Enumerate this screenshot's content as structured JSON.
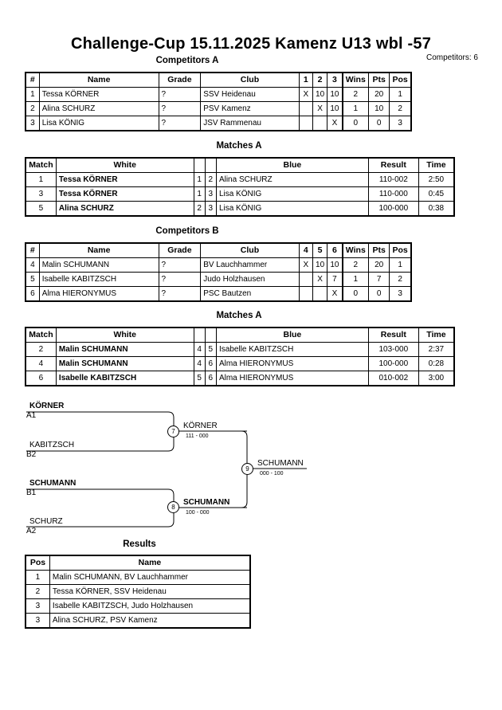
{
  "header": {
    "title": "Challenge-Cup  15.11.2025  Kamenz   U13 wbl -57",
    "competitors_count": "Competitors: 6"
  },
  "competitors_a": {
    "title": "Competitors A",
    "columns": [
      "#",
      "Name",
      "Grade",
      "Club",
      "1",
      "2",
      "3",
      "Wins",
      "Pts",
      "Pos"
    ],
    "rows": [
      [
        "1",
        "Tessa KÖRNER",
        "?",
        "SSV Heidenau",
        "X",
        "10",
        "10",
        "2",
        "20",
        "1"
      ],
      [
        "2",
        "Alina SCHURZ",
        "?",
        "PSV Kamenz",
        "",
        "X",
        "10",
        "1",
        "10",
        "2"
      ],
      [
        "3",
        "Lisa KÖNIG",
        "?",
        "JSV Rammenau",
        "",
        "",
        "X",
        "0",
        "0",
        "3"
      ]
    ]
  },
  "matches_a": {
    "title": "Matches A",
    "columns": [
      "Match",
      "White",
      "",
      "",
      "Blue",
      "Result",
      "Time"
    ],
    "rows": [
      [
        "1",
        "Tessa KÖRNER",
        "1",
        "2",
        "Alina SCHURZ",
        "110-002",
        "2:50"
      ],
      [
        "3",
        "Tessa KÖRNER",
        "1",
        "3",
        "Lisa KÖNIG",
        "110-000",
        "0:45"
      ],
      [
        "5",
        "Alina SCHURZ",
        "2",
        "3",
        "Lisa KÖNIG",
        "100-000",
        "0:38"
      ]
    ]
  },
  "competitors_b": {
    "title": "Competitors B",
    "columns": [
      "#",
      "Name",
      "Grade",
      "Club",
      "4",
      "5",
      "6",
      "Wins",
      "Pts",
      "Pos"
    ],
    "rows": [
      [
        "4",
        "Malin SCHUMANN",
        "?",
        "BV Lauchhammer",
        "X",
        "10",
        "10",
        "2",
        "20",
        "1"
      ],
      [
        "5",
        "Isabelle KABITZSCH",
        "?",
        "Judo Holzhausen",
        "",
        "X",
        "7",
        "1",
        "7",
        "2"
      ],
      [
        "6",
        "Alma HIERONYMUS",
        "?",
        "PSC Bautzen",
        "",
        "",
        "X",
        "0",
        "0",
        "3"
      ]
    ]
  },
  "matches_b": {
    "title": "Matches A",
    "columns": [
      "Match",
      "White",
      "",
      "",
      "Blue",
      "Result",
      "Time"
    ],
    "rows": [
      [
        "2",
        "Malin SCHUMANN",
        "4",
        "5",
        "Isabelle KABITZSCH",
        "103-000",
        "2:37"
      ],
      [
        "4",
        "Malin SCHUMANN",
        "4",
        "6",
        "Alma HIERONYMUS",
        "100-000",
        "0:28"
      ],
      [
        "6",
        "Isabelle KABITZSCH",
        "5",
        "6",
        "Alma HIERONYMUS",
        "010-002",
        "3:00"
      ]
    ]
  },
  "bracket": {
    "semi1_top_name": "KÖRNER",
    "semi1_top_seed": "A1",
    "semi1_bottom_name": "KABITZSCH",
    "semi1_bottom_seed": "B2",
    "semi1_match_no": "7",
    "semi1_winner": "KÖRNER",
    "semi1_score": "111 - 000",
    "semi2_top_name": "SCHUMANN",
    "semi2_top_seed": "B1",
    "semi2_bottom_name": "SCHURZ",
    "semi2_bottom_seed": "A2",
    "semi2_match_no": "8",
    "semi2_winner": "SCHUMANN",
    "semi2_score": "100 - 000",
    "final_match_no": "9",
    "final_winner": "SCHUMANN",
    "final_score": "000 - 100"
  },
  "results": {
    "title": "Results",
    "columns": [
      "Pos",
      "Name"
    ],
    "rows": [
      [
        "1",
        "Malin SCHUMANN, BV Lauchhammer"
      ],
      [
        "2",
        "Tessa KÖRNER, SSV Heidenau"
      ],
      [
        "3",
        "Isabelle KABITZSCH, Judo Holzhausen"
      ],
      [
        "3",
        "Alina SCHURZ, PSV Kamenz"
      ]
    ]
  }
}
